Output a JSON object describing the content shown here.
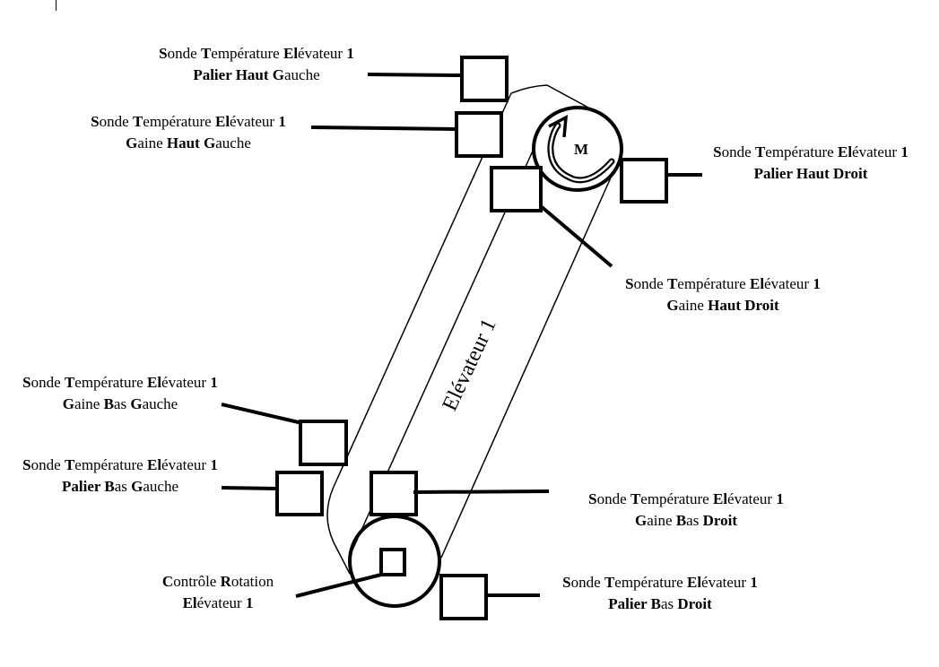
{
  "diagram": {
    "title": "Elévateur 1",
    "motor_label": "M",
    "colors": {
      "stroke": "#000000",
      "background": "#ffffff"
    }
  },
  "labels": [
    {
      "id": "palier-haut-gauche",
      "line1": [
        [
          "S",
          true
        ],
        [
          "onde ",
          false
        ],
        [
          "T",
          true
        ],
        [
          "empérature ",
          false
        ],
        [
          "El",
          true
        ],
        [
          "évateur ",
          false
        ],
        [
          "1",
          true
        ]
      ],
      "line2": [
        [
          "Palier Haut G",
          true
        ],
        [
          "auche",
          false
        ]
      ]
    },
    {
      "id": "gaine-haut-gauche",
      "line1": [
        [
          "S",
          true
        ],
        [
          "onde ",
          false
        ],
        [
          "T",
          true
        ],
        [
          "empérature ",
          false
        ],
        [
          "El",
          true
        ],
        [
          "évateur ",
          false
        ],
        [
          "1",
          true
        ]
      ],
      "line2": [
        [
          "G",
          true
        ],
        [
          "aine ",
          false
        ],
        [
          "Haut G",
          true
        ],
        [
          "auche",
          false
        ]
      ]
    },
    {
      "id": "palier-haut-droit",
      "line1": [
        [
          "S",
          true
        ],
        [
          "onde ",
          false
        ],
        [
          "T",
          true
        ],
        [
          "empérature ",
          false
        ],
        [
          "El",
          true
        ],
        [
          "évateur ",
          false
        ],
        [
          "1",
          true
        ]
      ],
      "line2": [
        [
          "Palier Haut Droit",
          true
        ]
      ]
    },
    {
      "id": "gaine-haut-droit",
      "line1": [
        [
          "S",
          true
        ],
        [
          "onde ",
          false
        ],
        [
          "T",
          true
        ],
        [
          "empérature ",
          false
        ],
        [
          "El",
          true
        ],
        [
          "évateur ",
          false
        ],
        [
          "1",
          true
        ]
      ],
      "line2": [
        [
          "G",
          true
        ],
        [
          "aine ",
          false
        ],
        [
          "Haut Droit",
          true
        ]
      ]
    },
    {
      "id": "gaine-bas-gauche",
      "line1": [
        [
          "S",
          true
        ],
        [
          "onde ",
          false
        ],
        [
          "T",
          true
        ],
        [
          "empérature ",
          false
        ],
        [
          "El",
          true
        ],
        [
          "évateur ",
          false
        ],
        [
          "1",
          true
        ]
      ],
      "line2": [
        [
          "G",
          true
        ],
        [
          "aine ",
          false
        ],
        [
          "B",
          true
        ],
        [
          "as ",
          false
        ],
        [
          "G",
          true
        ],
        [
          "auche",
          false
        ]
      ]
    },
    {
      "id": "palier-bas-gauche",
      "line1": [
        [
          "S",
          true
        ],
        [
          "onde ",
          false
        ],
        [
          "T",
          true
        ],
        [
          "empérature ",
          false
        ],
        [
          "El",
          true
        ],
        [
          "évateur ",
          false
        ],
        [
          "1",
          true
        ]
      ],
      "line2": [
        [
          "Palier B",
          true
        ],
        [
          "as ",
          false
        ],
        [
          "G",
          true
        ],
        [
          "auche",
          false
        ]
      ]
    },
    {
      "id": "gaine-bas-droit",
      "line1": [
        [
          "S",
          true
        ],
        [
          "onde ",
          false
        ],
        [
          "T",
          true
        ],
        [
          "empérature ",
          false
        ],
        [
          "El",
          true
        ],
        [
          "évateur ",
          false
        ],
        [
          "1",
          true
        ]
      ],
      "line2": [
        [
          "G",
          true
        ],
        [
          "aine ",
          false
        ],
        [
          "B",
          true
        ],
        [
          "as ",
          false
        ],
        [
          "Droit",
          true
        ]
      ]
    },
    {
      "id": "palier-bas-droit",
      "line1": [
        [
          "S",
          true
        ],
        [
          "onde ",
          false
        ],
        [
          "T",
          true
        ],
        [
          "empérature ",
          false
        ],
        [
          "El",
          true
        ],
        [
          "évateur ",
          false
        ],
        [
          "1",
          true
        ]
      ],
      "line2": [
        [
          "Palier B",
          true
        ],
        [
          "as ",
          false
        ],
        [
          "Droit",
          true
        ]
      ]
    },
    {
      "id": "controle-rotation",
      "line1": [
        [
          "C",
          true
        ],
        [
          "ontrôle ",
          false
        ],
        [
          "R",
          true
        ],
        [
          "otation",
          false
        ]
      ],
      "line2": [
        [
          "El",
          true
        ],
        [
          "évateur ",
          false
        ],
        [
          "1",
          true
        ]
      ]
    }
  ]
}
